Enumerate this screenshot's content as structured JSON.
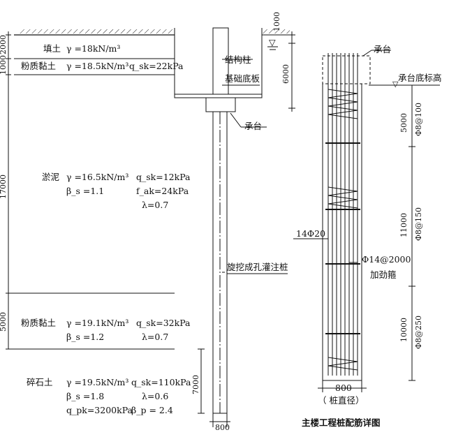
{
  "left": {
    "dims": [
      "2000",
      "1000",
      "17000",
      "5000"
    ],
    "layers": [
      {
        "name": "填土",
        "gamma": "γ =18kN/m³",
        "q": ""
      },
      {
        "name": "粉质黏土",
        "gamma": "γ =18.5kN/m³",
        "q": "q_sk=22kPa"
      },
      {
        "name": "淤泥",
        "gamma": "γ =16.5kN/m³",
        "beta": "β_s =1.1",
        "q": "q_sk=12kPa",
        "f": "f_ak=24kPa",
        "lambda": "λ=0.7"
      },
      {
        "name": "粉质黏土",
        "gamma": "γ =19.1kN/m³",
        "beta": "β_s =1.2",
        "q": "q_sk=32kPa",
        "lambda": "λ=0.7"
      },
      {
        "name": "碎石土",
        "gamma": "γ =19.5kN/m³",
        "beta": "β_s =1.8",
        "qp": "q_pk=3200kPa",
        "q": "q_sk=110kPa",
        "lambda": "λ=0.6",
        "betap": "β_p = 2.4"
      }
    ]
  },
  "middle": {
    "column_label": "结构柱",
    "raft_label": "基础底板",
    "cap_label": "承台",
    "pile_label": "旋挖成孔灌注桩",
    "dims": [
      "1000",
      "6000",
      "7000",
      "800"
    ],
    "water_symbol": "▽"
  },
  "right": {
    "cap_label": "承台",
    "cap_bottom_label": "承台底标高",
    "main_bar": "14Φ20",
    "stirrup_ring": "Φ14@2000",
    "stirrup_ring_label": "加劲箍",
    "zones": [
      {
        "length": "5000",
        "stirrup": "Φ8@100"
      },
      {
        "length": "11000",
        "stirrup": "Φ8@150"
      },
      {
        "length": "10000",
        "stirrup": "Φ8@250"
      }
    ],
    "dia": "800",
    "dia_label": "（ 桩直径）",
    "title": "主楼工程桩配筋详图"
  }
}
